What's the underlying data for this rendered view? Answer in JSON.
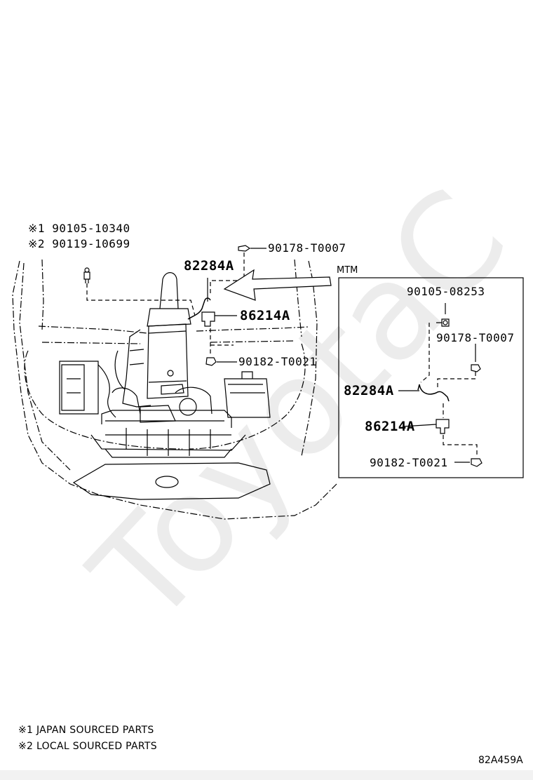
{
  "parts": {
    "p1": {
      "mark": "※1",
      "number": "90105-10340"
    },
    "p2": {
      "mark": "※2",
      "number": "90119-10699"
    },
    "p3": "90178-T0007",
    "p4": "82284A",
    "p5": "86214A",
    "p6": "90182-T0021"
  },
  "inset": {
    "title": "MTM",
    "p1": "90105-08253",
    "p2": "90178-T0007",
    "p3": "82284A",
    "p4": "86214A",
    "p5": "90182-T0021"
  },
  "notes": {
    "note1": "※1 JAPAN SOURCED PARTS",
    "note2": "※2 LOCAL SOURCED PARTS"
  },
  "figure_code": "82A459A",
  "watermark": "ToyotaC"
}
